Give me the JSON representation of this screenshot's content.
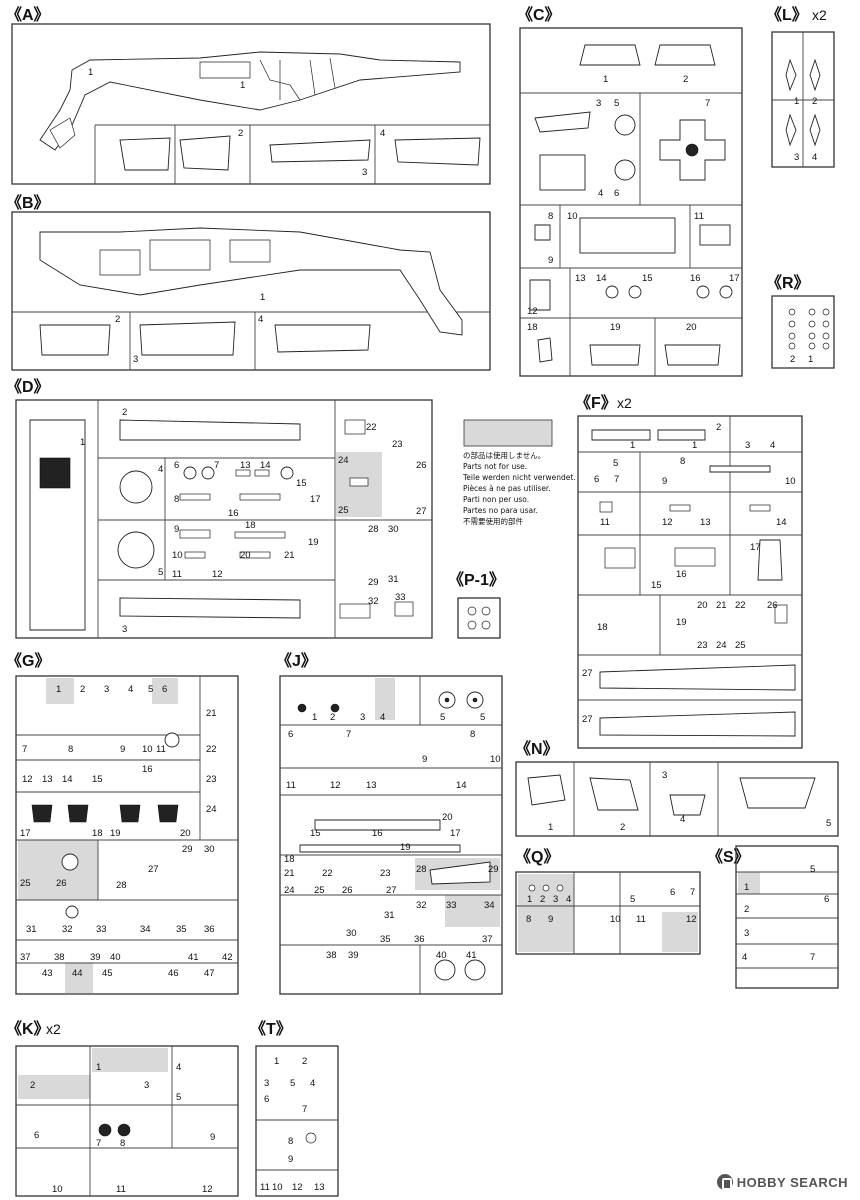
{
  "sheet": {
    "not_used_note": [
      "の部品は使用しません。",
      "Parts not for use.",
      "Teile werden nicht verwendet.",
      "Pièces à ne pas utiliser.",
      "Parti non per uso.",
      "Partes no para usar.",
      "不需要使用的部件"
    ]
  },
  "sprues": {
    "A": {
      "label": "《A》",
      "multiplier": "",
      "parts": [
        "1",
        "2",
        "3",
        "4"
      ]
    },
    "B": {
      "label": "《B》",
      "multiplier": "",
      "parts": [
        "1",
        "2",
        "3",
        "4"
      ]
    },
    "C": {
      "label": "《C》",
      "multiplier": "",
      "parts": [
        "1",
        "2",
        "3",
        "4",
        "5",
        "6",
        "7",
        "8",
        "9",
        "10",
        "11",
        "12",
        "13",
        "14",
        "15",
        "16",
        "17",
        "18",
        "19",
        "20"
      ]
    },
    "L": {
      "label": "《L》",
      "multiplier": "x2",
      "parts": [
        "1",
        "2",
        "3",
        "4"
      ]
    },
    "R": {
      "label": "《R》",
      "multiplier": "",
      "parts": [
        "2",
        "1"
      ]
    },
    "D": {
      "label": "《D》",
      "multiplier": "",
      "parts": [
        "1",
        "2",
        "3",
        "4",
        "5",
        "6",
        "7",
        "8",
        "9",
        "10",
        "11",
        "12",
        "13",
        "14",
        "15",
        "16",
        "17",
        "18",
        "19",
        "20",
        "21",
        "22",
        "23",
        "24",
        "25",
        "26",
        "27",
        "28",
        "29",
        "30",
        "31",
        "32",
        "33"
      ]
    },
    "P1": {
      "label": "《P-1》",
      "multiplier": ""
    },
    "F": {
      "label": "《F》",
      "multiplier": "x2",
      "parts": [
        "1",
        "2",
        "3",
        "4",
        "5",
        "6",
        "7",
        "8",
        "9",
        "10",
        "11",
        "12",
        "13",
        "14",
        "15",
        "16",
        "17",
        "18",
        "19",
        "20",
        "21",
        "22",
        "23",
        "24",
        "25",
        "26",
        "27",
        "27"
      ]
    },
    "G": {
      "label": "《G》",
      "multiplier": "",
      "parts": [
        "1",
        "2",
        "3",
        "4",
        "5",
        "6",
        "7",
        "8",
        "9",
        "10",
        "11",
        "12",
        "13",
        "14",
        "15",
        "16",
        "17",
        "18",
        "19",
        "20",
        "21",
        "22",
        "23",
        "24",
        "25",
        "26",
        "27",
        "28",
        "29",
        "30",
        "31",
        "32",
        "33",
        "34",
        "35",
        "36",
        "37",
        "38",
        "39",
        "40",
        "41",
        "42",
        "43",
        "44",
        "45",
        "46",
        "47"
      ]
    },
    "J": {
      "label": "《J》",
      "multiplier": "",
      "parts": [
        "1",
        "2",
        "3",
        "4",
        "5",
        "5",
        "6",
        "7",
        "8",
        "9",
        "10",
        "11",
        "12",
        "13",
        "14",
        "15",
        "16",
        "17",
        "18",
        "19",
        "20",
        "21",
        "22",
        "23",
        "24",
        "25",
        "26",
        "27",
        "28",
        "29",
        "30",
        "31",
        "32",
        "33",
        "34",
        "35",
        "36",
        "37",
        "38",
        "39",
        "40",
        "41"
      ]
    },
    "N": {
      "label": "《N》",
      "multiplier": "",
      "parts": [
        "1",
        "2",
        "3",
        "4",
        "5"
      ]
    },
    "Q": {
      "label": "《Q》",
      "multiplier": "",
      "parts": [
        "1",
        "2",
        "3",
        "4",
        "5",
        "6",
        "7",
        "8",
        "9",
        "10",
        "11",
        "12"
      ]
    },
    "S": {
      "label": "《S》",
      "multiplier": "",
      "parts": [
        "1",
        "2",
        "3",
        "4",
        "5",
        "6",
        "7"
      ]
    },
    "K": {
      "label": "《K》",
      "multiplier": "x2",
      "parts": [
        "1",
        "2",
        "3",
        "4",
        "5",
        "6",
        "7",
        "8",
        "9",
        "10",
        "11",
        "12"
      ]
    },
    "T": {
      "label": "《T》",
      "multiplier": "",
      "parts": [
        "1",
        "2",
        "3",
        "4",
        "5",
        "6",
        "7",
        "8",
        "9",
        "10",
        "11",
        "12",
        "13"
      ]
    }
  },
  "watermark": {
    "text": "HOBBY SEARCH",
    "icon": "hobby-search-logo-icon"
  }
}
